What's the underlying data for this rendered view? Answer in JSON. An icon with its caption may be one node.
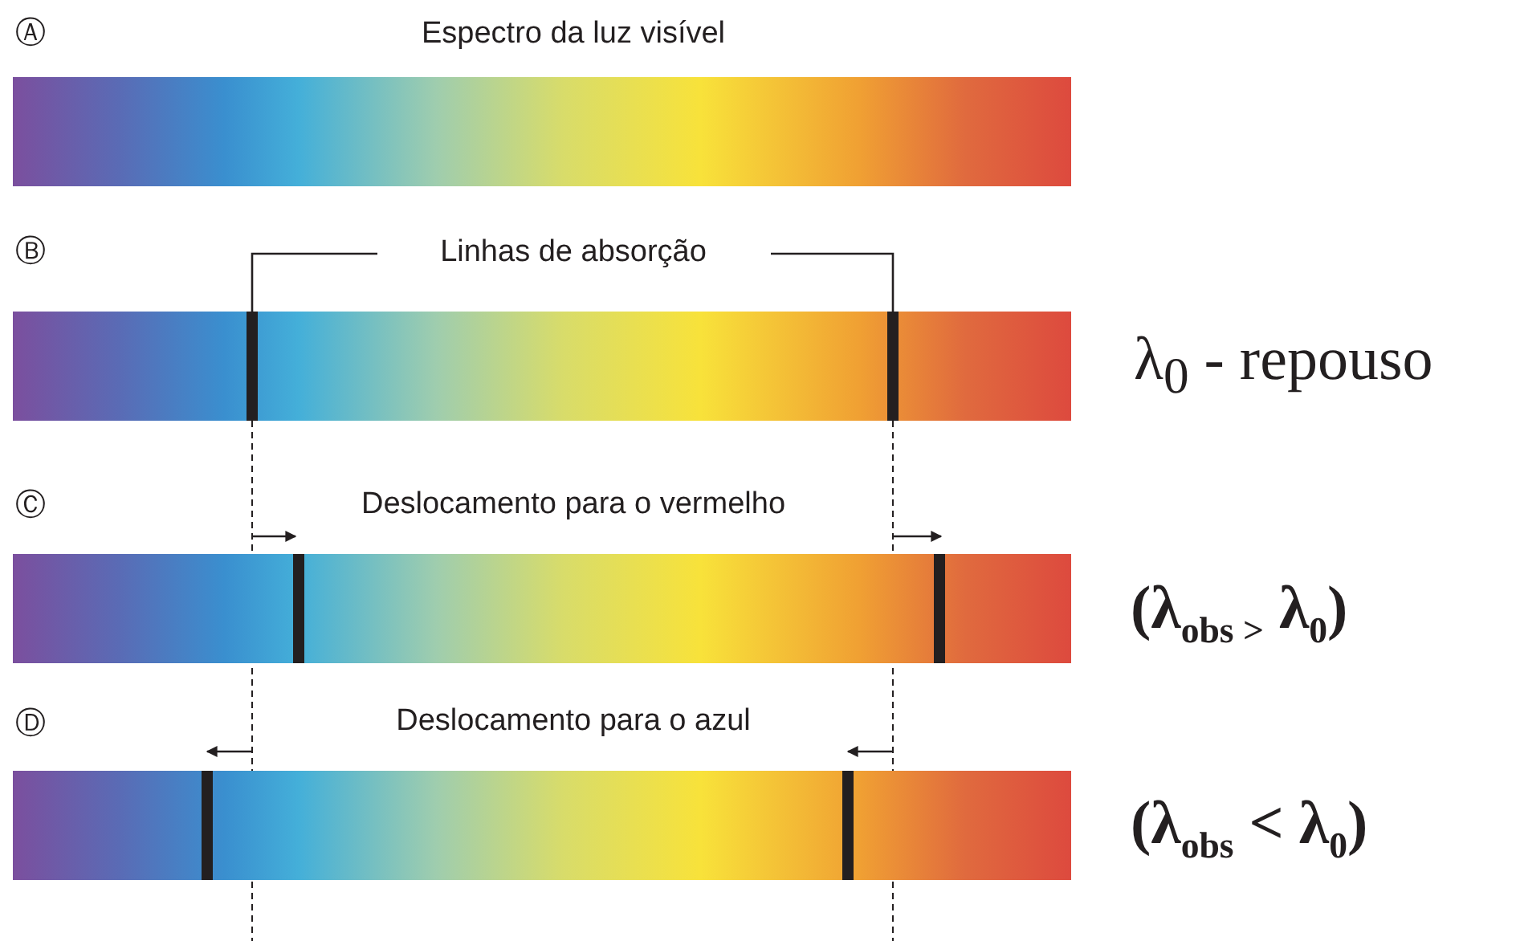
{
  "diagram": {
    "labels": [
      "Ⓐ",
      "Espectro da luz visível",
      "Ⓑ",
      "Linhas de absorção",
      "λ$_{0}$ - repouso",
      "Ⓒ",
      "Deslocamento para o vermelho",
      "(λ$_{obs >}$ λ$_{0}$)",
      "Ⓓ",
      "Deslocamento para o azul",
      "(λ$_{obs}$ < λ$_{0}$)"
    ]
  }
}
